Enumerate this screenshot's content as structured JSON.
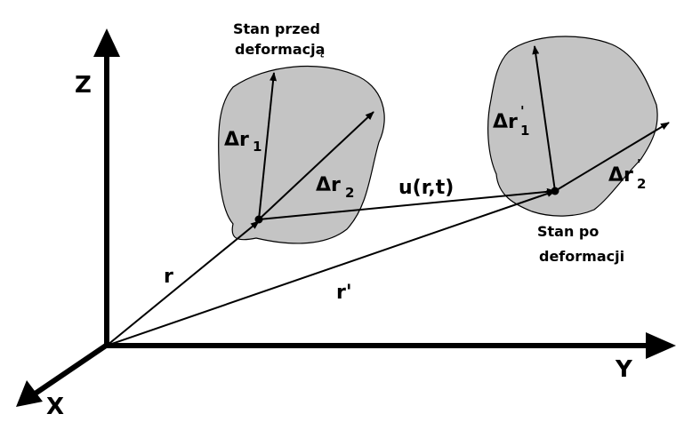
{
  "colors": {
    "line": "#000000",
    "body_fill": "#c4c4c4",
    "background": "#ffffff"
  },
  "axes": {
    "z_label": "Z",
    "y_label": "Y",
    "x_label": "X"
  },
  "before": {
    "caption_line1": "Stan przed",
    "caption_line2": "deformacją",
    "dr1": {
      "delta": "Δ",
      "base": "r",
      "sub": "1"
    },
    "dr2": {
      "delta": "Δ",
      "base": "r",
      "sub": "2"
    }
  },
  "after": {
    "caption_line1": "Stan po",
    "caption_line2": "deformacji",
    "dr1": {
      "delta": "Δ",
      "base": "r",
      "prime": "'",
      "sub": "1"
    },
    "dr2": {
      "delta": "Δ",
      "base": "r",
      "prime": "'",
      "sub": "2"
    }
  },
  "vectors": {
    "r": "r",
    "r_prime": "r'",
    "u": "u(r,t)"
  }
}
